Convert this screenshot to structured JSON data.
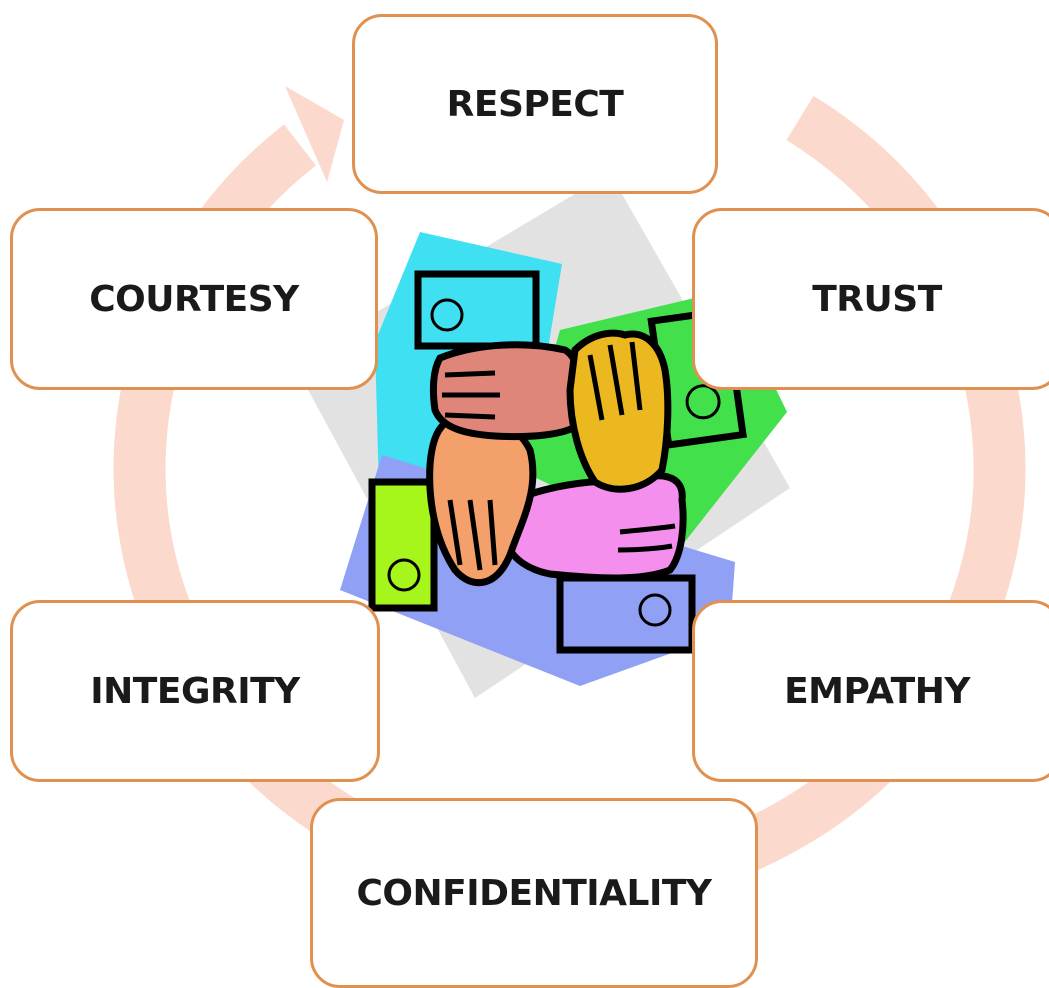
{
  "diagram": {
    "nodes": [
      {
        "id": "respect",
        "label": "RESPECT"
      },
      {
        "id": "trust",
        "label": "TRUST"
      },
      {
        "id": "empathy",
        "label": "EMPATHY"
      },
      {
        "id": "confidentiality",
        "label": "CONFIDENTIALITY"
      },
      {
        "id": "integrity",
        "label": "INTEGRITY"
      },
      {
        "id": "courtesy",
        "label": "COURTESY"
      }
    ],
    "center_image": "joined-hands-clipart",
    "flow": "clockwise-cycle"
  },
  "colors": {
    "ring": "#fbd9cc",
    "node_border": "#e0914f",
    "node_fill": "#ffffff",
    "text": "#1a1a1a",
    "hand_colors": [
      "#e0857a",
      "#ecb820",
      "#f58fee",
      "#f4a06a"
    ],
    "card_colors": [
      "#3ee0f2",
      "#42e04a",
      "#8fa0f5",
      "#a6f51b",
      "#e2e2e2"
    ]
  }
}
